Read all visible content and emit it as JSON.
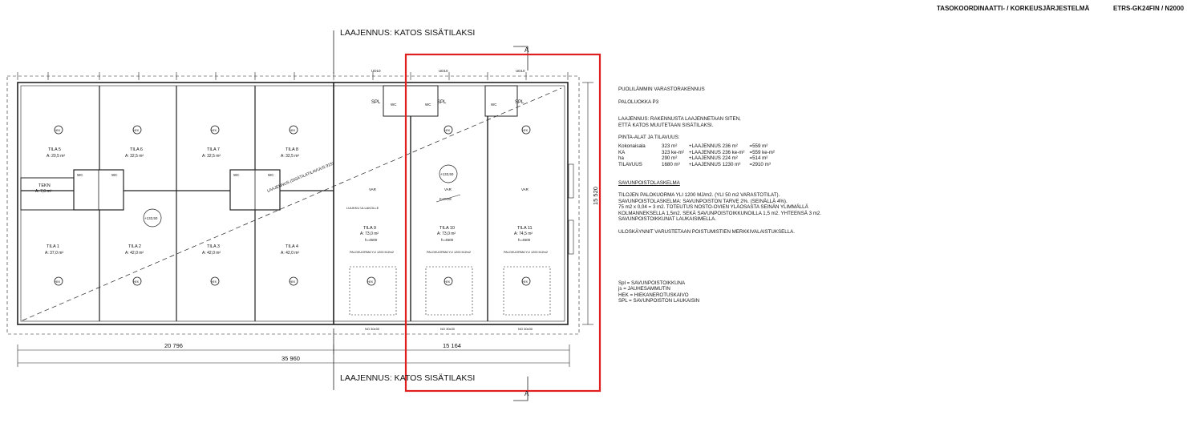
{
  "header": {
    "system": "TASOKOORDINAATTI- / KORKEUSJÄRJESTELMÄ",
    "code": "ETRS-GK24FIN / N2000"
  },
  "plan": {
    "extension_label_top": "LAAJENNUS: KATOS SISÄTILAKSI",
    "extension_label_bottom": "LAAJENNUS: KATOS SISÄTILAKSI",
    "section_mark": "A",
    "dim_left": "20 796",
    "dim_right": "15 164",
    "dim_total": "35 960",
    "dim_height": "15 520",
    "diagonal_label": "LAAJENNUS (SISÄTILATILAVUUS 915)",
    "small_icons": {
      "hek": "HEK",
      "wc": "WC",
      "spl": "SPL",
      "tekn": "TEKN",
      "var": "VAR",
      "ud": "UD10",
      "elev1": "+133,50",
      "elev2": "+133,50",
      "door": "NO 30x30",
      "luukku": "LUUKKU ULLAKOLLE",
      "palo": "PALOKUORMA YLI 1200 MJ/m2",
      "h": "h=4500",
      "katos_crossed": "KATOS"
    },
    "rooms": [
      {
        "name": "TILA 5",
        "area": "A: 20,5 m²"
      },
      {
        "name": "TILA 6",
        "area": "A: 32,5 m²"
      },
      {
        "name": "TILA 7",
        "area": "A: 32,5 m²"
      },
      {
        "name": "TILA 8",
        "area": "A: 32,5 m²"
      },
      {
        "name": "TEKN",
        "area": "A: 7,0 m²"
      },
      {
        "name": "TILA 1",
        "area": "A: 37,0 m²"
      },
      {
        "name": "TILA 2",
        "area": "A: 42,0 m²"
      },
      {
        "name": "TILA 3",
        "area": "A: 42,0 m²"
      },
      {
        "name": "TILA 4",
        "area": "A: 42,0 m²"
      },
      {
        "name": "TILA 9",
        "area": "A: 73,0 m²"
      },
      {
        "name": "TILA 10",
        "area": "A: 73,0 m²"
      },
      {
        "name": "TILA 11",
        "area": "A: 74,5 m²"
      }
    ]
  },
  "notes": {
    "building_type": "PUOLILÄMMIN VARASTORAKENNUS",
    "fire_class": "PALOLUOKKA P3",
    "extension_1": "LAAJENNUS: RAKENNUSTA LAAJENNETAAN SITEN,",
    "extension_2": "ETTÄ KATOS MUUTETAAN SISÄTILAKSI.",
    "areas_title": "PINTA-ALAT JA TILAVUUS:",
    "areas": [
      {
        "label": "Kokonaisala",
        "value": "323 m²",
        "ext": "+LAAJENNUS 236 m²",
        "total": "=559 m²"
      },
      {
        "label": "KA",
        "value": "323 ke-m²",
        "ext": "+LAAJENNUS 236 ke-m²",
        "total": "=559 ke-m²"
      },
      {
        "label": "ha",
        "value": "290 m²",
        "ext": "+LAAJENNUS 224 m²",
        "total": "=514 m²"
      },
      {
        "label": "TILAVUUS",
        "value": "1680 m³",
        "ext": "+LAAJENNUS 1230 m³",
        "total": "=2910 m³"
      }
    ],
    "smoke_title": "SAVUNPOISTOLASKELMA",
    "smoke_1": "TILOJEN PALOKUORMA YLI 1200 MJ/m2. (YLI 50 m2 VARASTOTILAT).",
    "smoke_2": "SAVUNPOISTOLASKELMA: SAVUNPOISTON TARVE 2%. (SEINÄLLÄ 4%).",
    "smoke_3": "75 m2 x 0,04 = 3 m2. TOTEUTUS NOSTO-OVIEN YLÄOSASTA SEINÄN YLIMMÄLLÄ",
    "smoke_4": "KOLMANNEKSELLA 1,5m2. SEKÄ SAVUNPOISTOIKKUNOILLA 1,5 m2. YHTEENSÄ 3 m2.",
    "smoke_5": "SAVUNPOISTOIKKUNAT LAUKAISIMELLA.",
    "exits": "ULOSKÄYNNIT VARUSTETAAN POISTUMISTIEN MERKKIVALAISTUKSELLA.",
    "legend": [
      "Spl = SAVUNPOISTOIKKUNA",
      "js = JAUHESAMMUTIN",
      "HEK = HIEKANEROTUSKAIVO",
      "SPL = SAVUNPOISTON LAUKAISIN"
    ]
  },
  "highlight_color": "#e02020"
}
